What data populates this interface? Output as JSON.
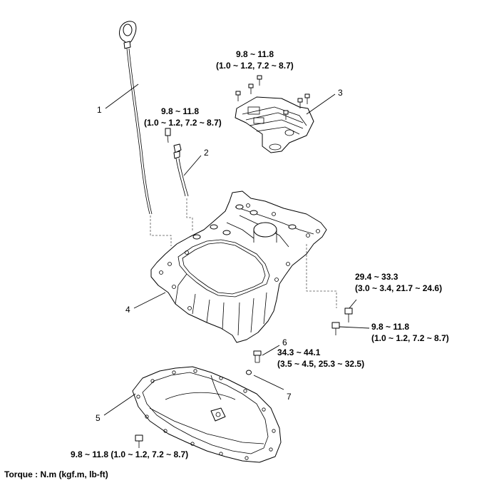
{
  "callouts": {
    "c1": "1",
    "c2": "2",
    "c3": "3",
    "c4": "4",
    "c5": "5",
    "c6": "6",
    "c7": "7"
  },
  "torques": {
    "t_top_line1": "9.8 ~ 11.8",
    "t_top_line2": "(1.0 ~ 1.2, 7.2 ~ 8.7)",
    "t_mid_line1": "9.8 ~ 11.8",
    "t_mid_line2": "(1.0 ~ 1.2, 7.2 ~ 8.7)",
    "t_right_a_line1": "29.4 ~ 33.3",
    "t_right_a_line2": "(3.0 ~ 3.4, 21.7 ~ 24.6)",
    "t_right_b_line1": "9.8 ~ 11.8",
    "t_right_b_line2": "(1.0 ~ 1.2, 7.2 ~ 8.7)",
    "t_drain_line1": "34.3 ~ 44.1",
    "t_drain_line2": "(3.5 ~ 4.5, 25.3 ~ 32.5)",
    "t_bottom": "9.8 ~ 11.8 (1.0 ~ 1.2, 7.2 ~ 8.7)"
  },
  "footer": {
    "torque_units": "Torque : N.m (kgf.m, lb-ft)"
  }
}
